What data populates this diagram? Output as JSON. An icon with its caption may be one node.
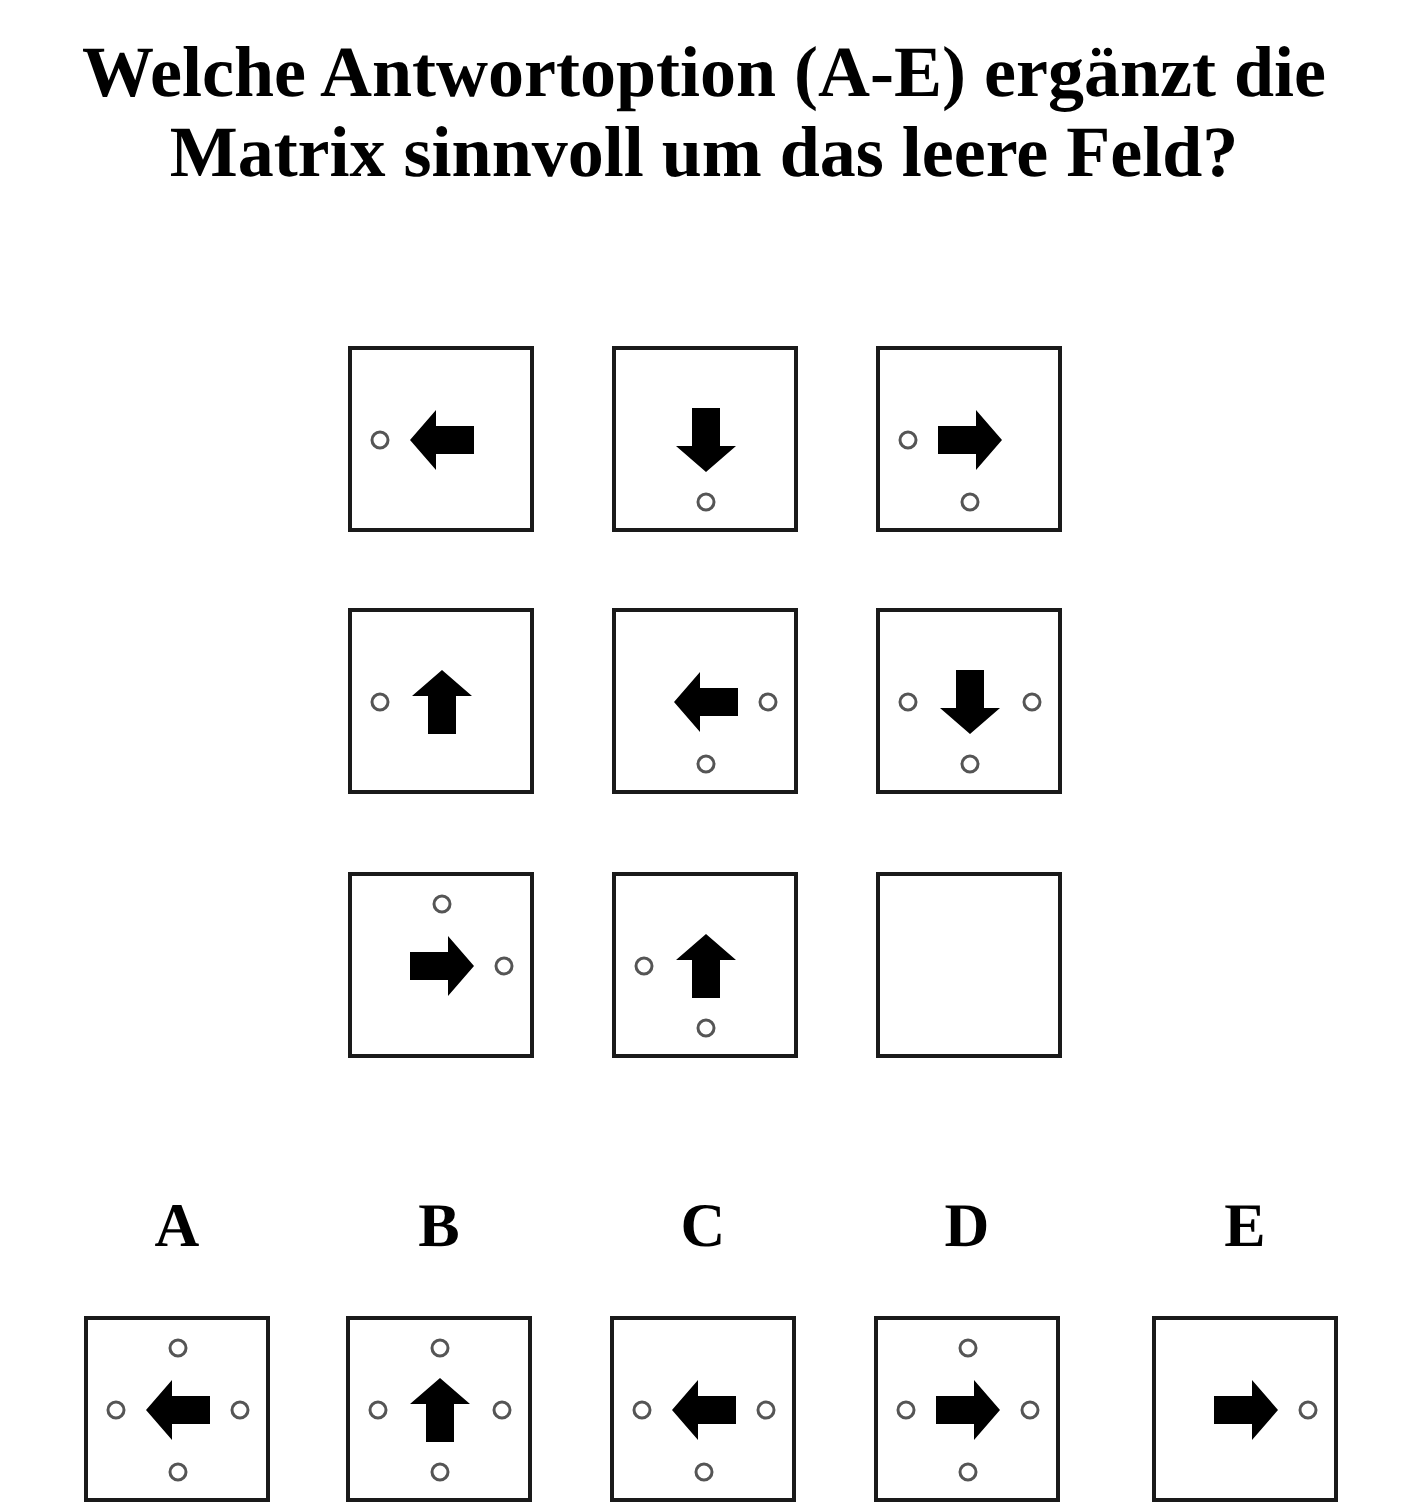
{
  "diagram": {
    "title": "Welche Antwortoption (A-E) ergänzt die Matrix sinnvoll um das leere Feld?",
    "nodes": [
      {
        "text": [],
        "shape": "box"
      },
      {
        "text": [],
        "shape": "box"
      },
      {
        "text": [],
        "shape": "box"
      },
      {
        "text": [],
        "shape": "box"
      },
      {
        "text": [],
        "shape": "box"
      },
      {
        "text": [],
        "shape": "box"
      },
      {
        "text": [],
        "shape": "box"
      },
      {
        "text": [],
        "shape": "box"
      },
      {
        "text": [],
        "shape": "box"
      },
      {
        "text": [
          "A"
        ]
      },
      {
        "text": [
          "B"
        ]
      },
      {
        "text": [
          "C"
        ]
      },
      {
        "text": [
          "D"
        ]
      },
      {
        "text": [
          "E"
        ]
      }
    ],
    "edges": []
  }
}
